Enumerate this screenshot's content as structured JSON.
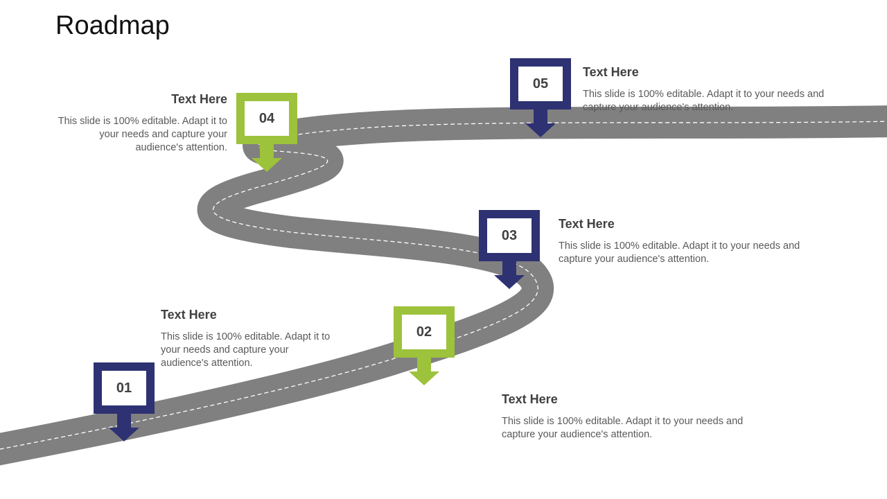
{
  "title": "Roadmap",
  "colors": {
    "navy": "#2E3172",
    "green": "#9DC23B",
    "road": "#808080"
  },
  "milestones": [
    {
      "number": "01",
      "heading": "Text Here",
      "text": "This slide is 100% editable. Adapt it to your needs and capture your audience's attention.",
      "color": "navy"
    },
    {
      "number": "02",
      "heading": "Text Here",
      "text": "This slide is 100% editable. Adapt it to your needs and capture your audience's attention.",
      "color": "green"
    },
    {
      "number": "03",
      "heading": "Text Here",
      "text": "This slide is 100% editable. Adapt it to your needs and capture your audience's attention.",
      "color": "navy"
    },
    {
      "number": "04",
      "heading": "Text Here",
      "text": "This slide is 100% editable. Adapt it to your needs and capture your audience's attention.",
      "color": "green"
    },
    {
      "number": "05",
      "heading": "Text Here",
      "text": "This slide is 100% editable. Adapt it to your needs and capture your audience's attention.",
      "color": "navy"
    }
  ]
}
